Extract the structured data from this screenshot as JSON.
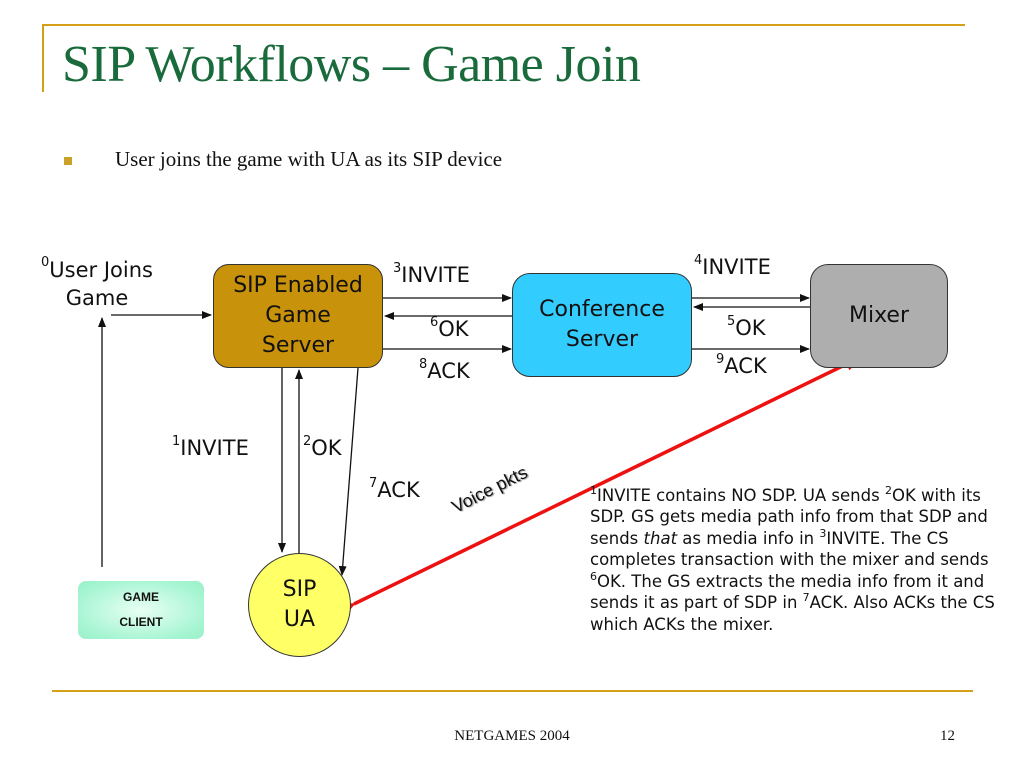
{
  "slide": {
    "title": "SIP Workflows – Game Join",
    "bullet": "User joins the game with UA as its SIP device",
    "footer": "NETGAMES 2004",
    "page_number": "12"
  },
  "colors": {
    "title": "#1a6b3c",
    "accent_rule": "#d4a017",
    "game_server": "#c8920a",
    "conference_server": "#33ccff",
    "mixer": "#aeaeae",
    "sip_ua": "#ffff66",
    "game_client": "#a6f5d2",
    "voice_arrow": "#ee1111"
  },
  "diagram": {
    "nodes": {
      "user_joins": {
        "sup": "0",
        "line1": "User Joins",
        "line2": "Game"
      },
      "game_server": {
        "line1": "SIP Enabled",
        "line2": "Game",
        "line3": "Server"
      },
      "conference_server": {
        "line1": "Conference",
        "line2": "Server"
      },
      "mixer": {
        "line1": "Mixer"
      },
      "sip_ua": {
        "line1": "SIP",
        "line2": "UA"
      },
      "game_client": {
        "line1": "GAME",
        "line2": "CLIENT"
      }
    },
    "messages": {
      "m1": {
        "sup": "1",
        "text": "INVITE"
      },
      "m2": {
        "sup": "2",
        "text": "OK"
      },
      "m3": {
        "sup": "3",
        "text": "INVITE"
      },
      "m4": {
        "sup": "4",
        "text": "INVITE"
      },
      "m5": {
        "sup": "5",
        "text": "OK"
      },
      "m6": {
        "sup": "6",
        "text": "OK"
      },
      "m7": {
        "sup": "7",
        "text": "ACK"
      },
      "m8": {
        "sup": "8",
        "text": "ACK"
      },
      "m9": {
        "sup": "9",
        "text": "ACK"
      }
    },
    "voice_label": "Voice pkts",
    "note": {
      "s1": "1",
      "t1": "INVITE contains NO SDP. UA sends ",
      "s2": "2",
      "t2": "OK with its SDP. GS gets media path info from that SDP and sends ",
      "em": "that",
      "t3": " as media info in ",
      "s3": "3",
      "t4": "INVITE. The CS completes transaction with the mixer and sends ",
      "s6": "6",
      "t5": "OK. The GS extracts the media info from it and sends it as part of SDP in ",
      "s7": "7",
      "t6": "ACK. Also ACKs the CS which ACKs the mixer."
    }
  }
}
